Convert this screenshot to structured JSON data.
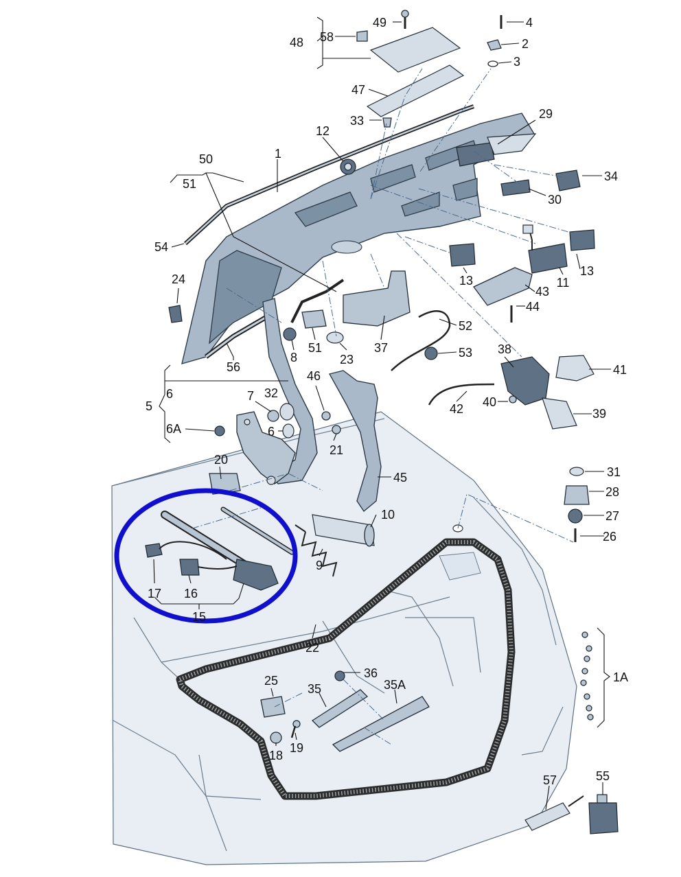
{
  "diagram": {
    "callouts": [
      "1",
      "1A",
      "2",
      "3",
      "4",
      "5",
      "6",
      "6A",
      "7",
      "8",
      "9",
      "10",
      "11",
      "12",
      "13",
      "13",
      "15",
      "16",
      "17",
      "18",
      "19",
      "20",
      "21",
      "22",
      "23",
      "24",
      "25",
      "26",
      "27",
      "28",
      "29",
      "30",
      "31",
      "32",
      "33",
      "34",
      "35",
      "35A",
      "36",
      "37",
      "38",
      "39",
      "40",
      "41",
      "42",
      "43",
      "44",
      "45",
      "46",
      "47",
      "48",
      "49",
      "50",
      "51",
      "51",
      "52",
      "53",
      "54",
      "55",
      "56",
      "57",
      "58",
      "6"
    ],
    "highlight": {
      "color": "#1010cc",
      "encloses": [
        "15",
        "16",
        "17"
      ]
    },
    "colors": {
      "panel": "#a9b9c9",
      "parts": "#b8c6d4",
      "dark": "#5f7185",
      "floor": "#e8eef4"
    }
  }
}
